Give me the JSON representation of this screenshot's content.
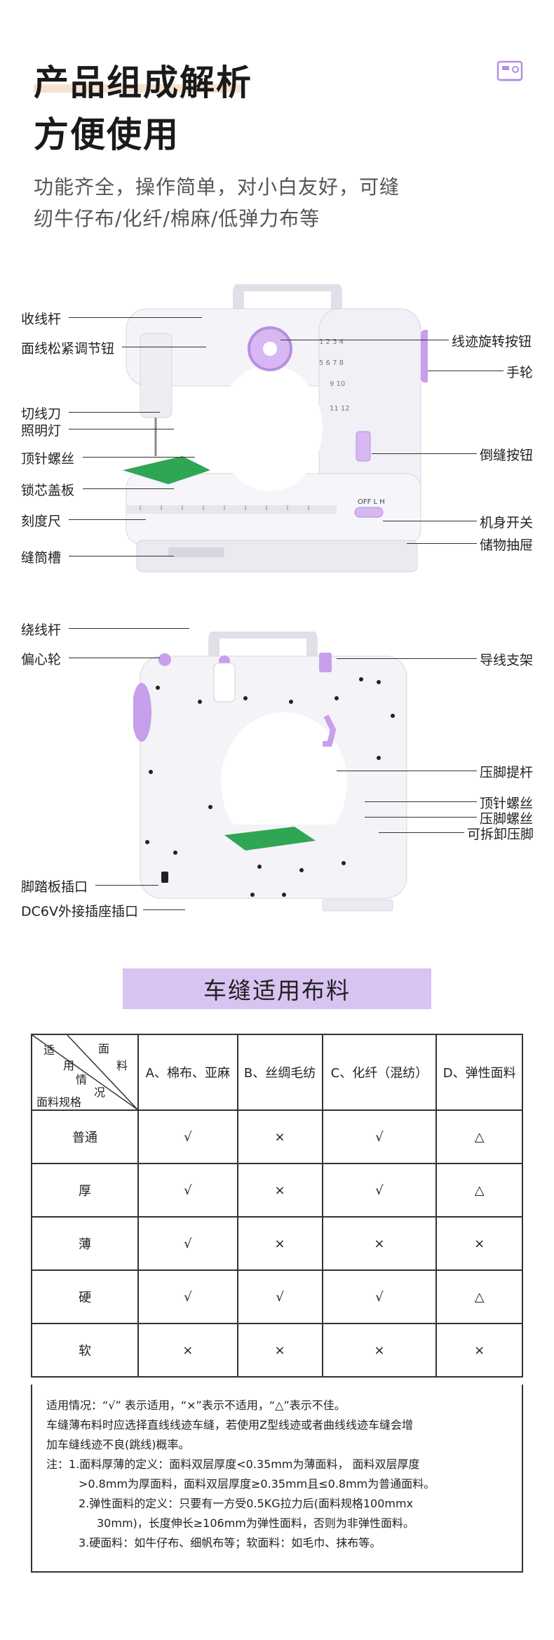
{
  "header": {
    "title_line1": "产品组成解析",
    "title_line2": "方便使用",
    "desc_line1": "功能齐全，操作简单，对小白友好，可缝",
    "desc_line2": "纫牛仔布/化纤/棉麻/低弹力布等"
  },
  "front_view": {
    "left_labels": [
      "收线杆",
      "面线松紧调节钮",
      "切线刀",
      "照明灯",
      "顶针螺丝",
      "锁芯盖板",
      "刻度尺",
      "缝筒槽"
    ],
    "right_labels": [
      "线迹旋转按钮",
      "手轮",
      "倒缝按钮",
      "机身开关",
      "储物抽屉"
    ],
    "switch_text": "OFF L H"
  },
  "back_view": {
    "left_labels": [
      "绕线杆",
      "偏心轮",
      "脚踏板插口",
      "DC6V外接插座插口"
    ],
    "right_labels": [
      "导线支架",
      "压脚提杆",
      "顶针螺丝",
      "压脚螺丝",
      "可拆卸压脚"
    ]
  },
  "fabric_section": {
    "title": "车缝适用布料",
    "header_corner": {
      "a": "适",
      "b": "用",
      "c": "情",
      "d": "况",
      "e": "面",
      "f": "料",
      "g": "面料规格"
    },
    "columns": [
      "A、棉布、亚麻",
      "B、丝绸毛纺",
      "C、化纤（混纺）",
      "D、弹性面料"
    ],
    "rows": [
      {
        "name": "普通",
        "marks": [
          "√",
          "×",
          "√",
          "△"
        ]
      },
      {
        "name": "厚",
        "marks": [
          "√",
          "×",
          "√",
          "△"
        ]
      },
      {
        "name": "薄",
        "marks": [
          "√",
          "×",
          "×",
          "×"
        ]
      },
      {
        "name": "硬",
        "marks": [
          "√",
          "√",
          "√",
          "△"
        ]
      },
      {
        "name": "软",
        "marks": [
          "×",
          "×",
          "×",
          "×"
        ]
      }
    ],
    "notes": [
      "适用情况：“√” 表示适用，“×”表示不适用，“△”表示不佳。",
      "车缝薄布料时应选择直线线迹车缝，若使用Z型线迹或者曲线线迹车缝会增",
      "加车缝线迹不良(跳线)概率。",
      "注：1.面料厚薄的定义：面料双层厚度<0.35mm为薄面料， 面料双层厚度",
      ">0.8mm为厚面料，面料双层厚度≥0.35mm且≤0.8mm为普通面料。",
      "2.弹性面料的定义：只要有一方受0.5KG拉力后(面料规格100mmx",
      "30mm)，长度伸长≥106mm为弹性面料，否则为非弹性面料。",
      "3.硬面料：如牛仔布、细帆布等；软面料：如毛巾、抹布等。"
    ]
  },
  "colors": {
    "accent": "#b58fe0",
    "lilac": "#d9c3f0",
    "bar": "#f6e3cf"
  }
}
